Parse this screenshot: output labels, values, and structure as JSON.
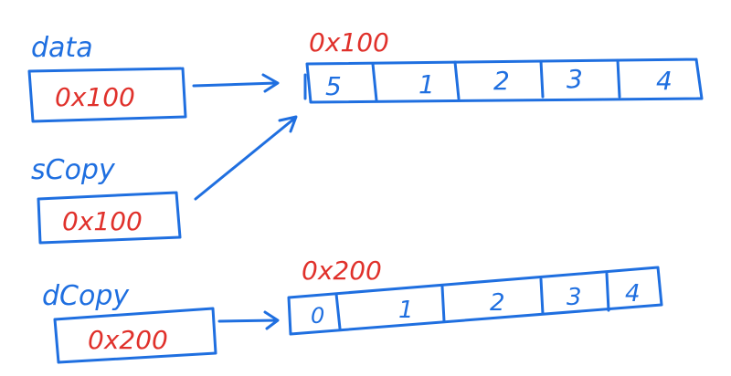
{
  "colors": {
    "ink_blue": "#1f6fe0",
    "ink_red": "#e0312b"
  },
  "variables": [
    {
      "name": "data",
      "address": "0x100"
    },
    {
      "name": "sCopy",
      "address": "0x100"
    },
    {
      "name": "dCopy",
      "address": "0x200"
    }
  ],
  "arrays": [
    {
      "address_label": "0x100",
      "cells": [
        "5",
        "1",
        "2",
        "3",
        "4"
      ]
    },
    {
      "address_label": "0x200",
      "cells": [
        "0",
        "1",
        "2",
        "3",
        "4"
      ]
    }
  ]
}
